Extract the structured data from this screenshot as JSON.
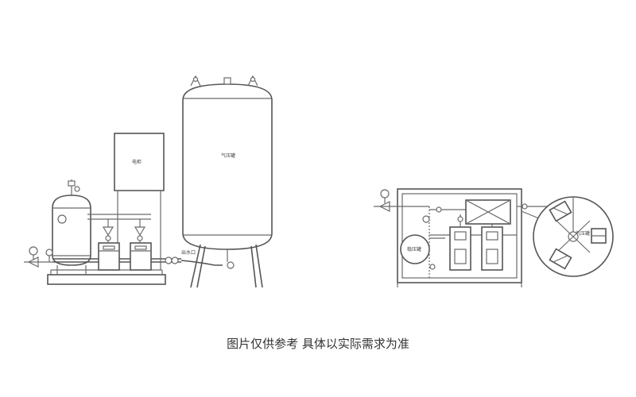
{
  "caption": "图片仅供参考 具体以实际需求为准",
  "side_view": {
    "control_cabinet_label": "电柜",
    "pressure_tank_label": "气压罐",
    "outlet_label": "出水口"
  },
  "top_view": {
    "round_tank_label": "稳压罐",
    "pressure_tank_label": "气压罐"
  },
  "colors": {
    "line": "#6a6a6a",
    "caption": "#333333"
  }
}
